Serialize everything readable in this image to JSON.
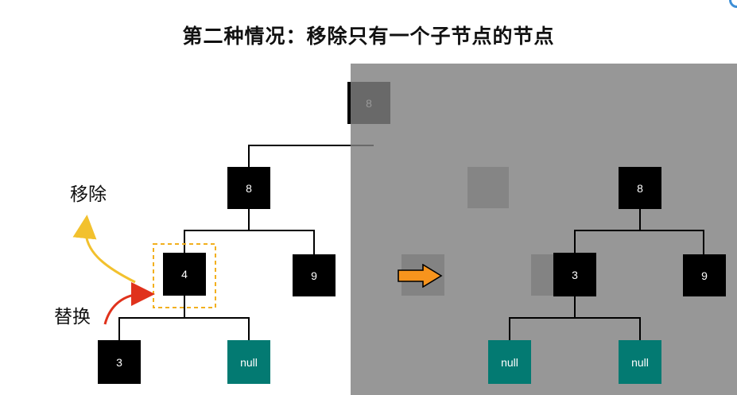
{
  "title": "第二种情况：移除只有一个子节点的节点",
  "labels": {
    "remove": "移除",
    "replace": "替换"
  },
  "left_tree": {
    "top_right": "8",
    "left": "8",
    "removed": "4",
    "right": "9",
    "child_left": "3",
    "child_right": "null"
  },
  "right_tree": {
    "root": "8",
    "left": "3",
    "right": "9",
    "child_left": "null",
    "child_right": "null"
  },
  "colors": {
    "node": "#000000",
    "null_node": "#037a72",
    "dash_box": "#f2b01e",
    "arrow_remove": "#f2c12e",
    "arrow_replace": "#e0321c",
    "arrow_transform": "#f7941d",
    "overlay": "#8a8a8a"
  }
}
